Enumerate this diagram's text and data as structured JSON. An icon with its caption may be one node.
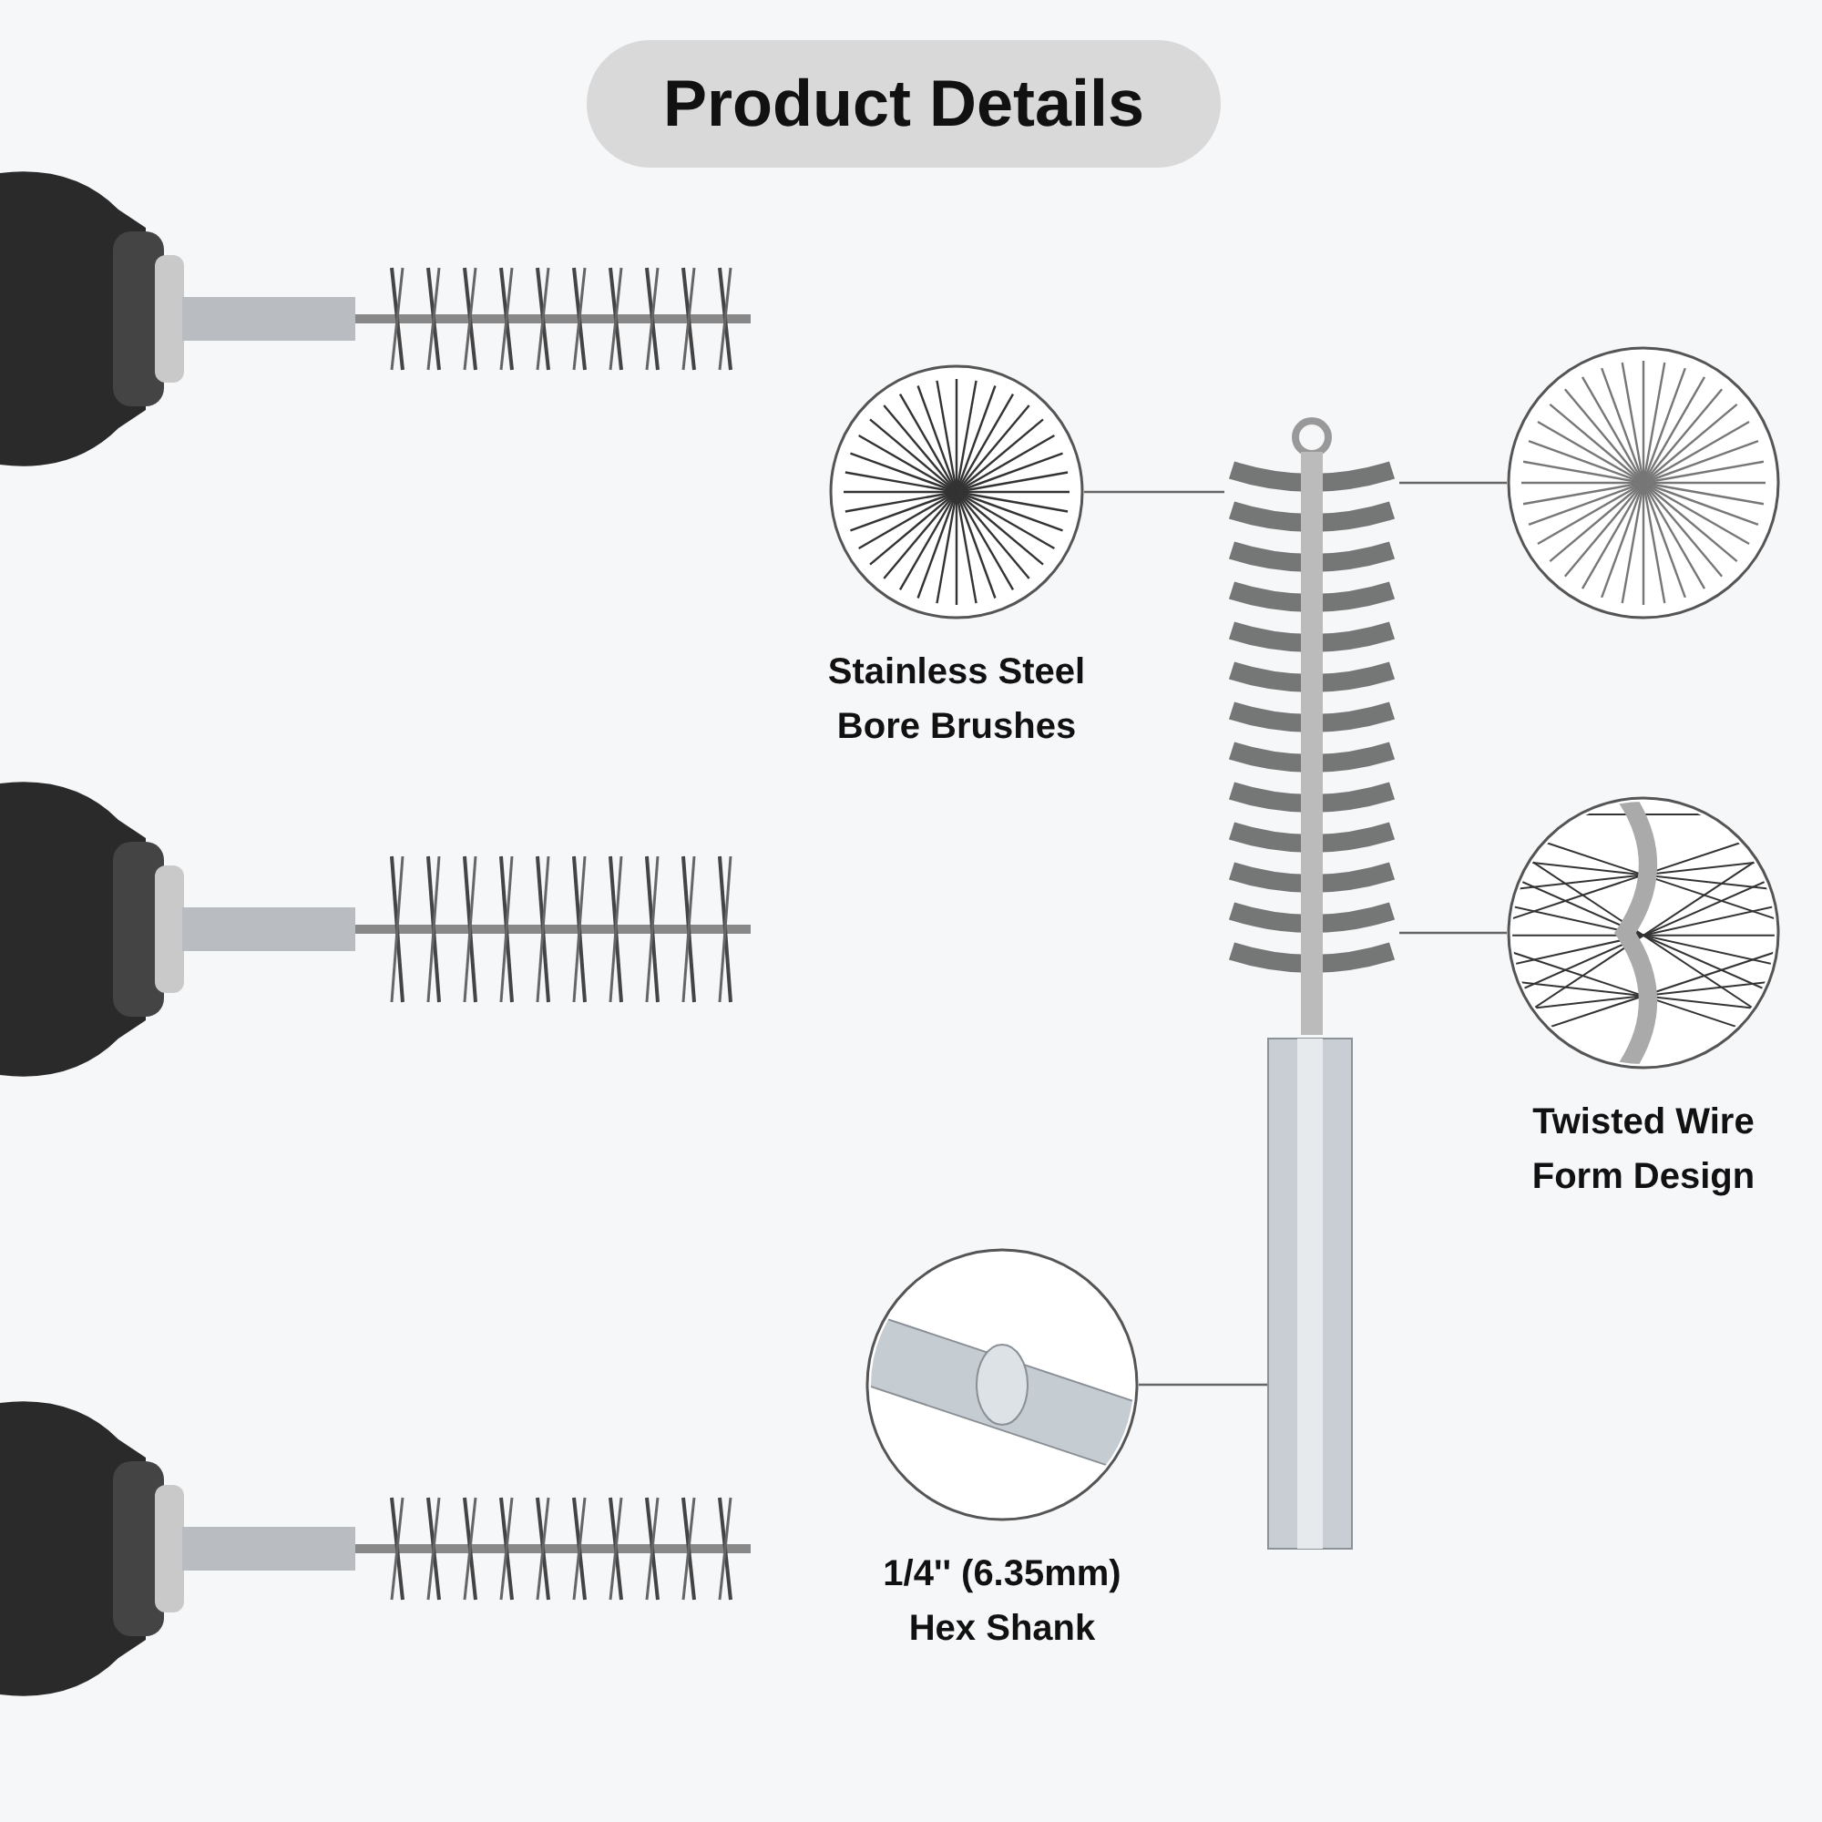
{
  "diagram": {
    "title": "Product Details",
    "nodes": [
      {
        "text": [],
        "shape": "picture",
        "beside": [
          "Stainless Steel Bore Brushes"
        ]
      },
      {
        "text": [],
        "shape": "picture",
        "beside": [
          "1/4'' (6.35mm) Hex Shank"
        ]
      },
      {
        "text": [],
        "shape": "picture"
      },
      {
        "text": [],
        "shape": "picture"
      },
      {
        "text": [],
        "shape": "picture",
        "beside": [
          "Twisted Wire Form Design"
        ]
      }
    ],
    "edges": [
      {
        "from": 0,
        "to": 2,
        "arrow": "none"
      },
      {
        "from": 3,
        "to": 2,
        "arrow": "none"
      },
      {
        "from": 4,
        "to": 2,
        "arrow": "none"
      },
      {
        "from": 1,
        "to": 2,
        "arrow": "none"
      }
    ]
  }
}
